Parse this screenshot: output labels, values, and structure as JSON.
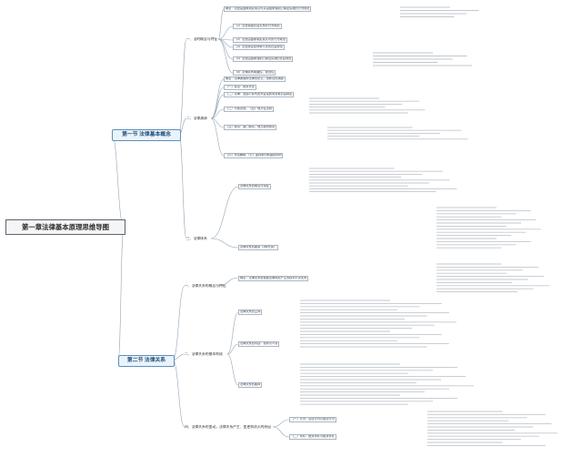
{
  "root": "第一章法律基本原理思维导图",
  "sections": [
    {
      "title": "第一节 法律基本概念",
      "topics": [
        {
          "label": "一、法的概念与特征",
          "items": [
            "概念：法是由国家制定或认可并由国家强制力保证实施的行为规范",
            "（1）法是调整社会关系的行为规范",
            "（2）法是由国家制定或认可的行为规范",
            "（3）法是规定权利和义务的社会规范",
            "（4）法是由国家强制力保证实施的社会规范",
            "（5）法律具有普遍性、规范性"
          ]
        },
        {
          "label": "二、法律渊源",
          "items": [
            "概念：法律渊源即法律的形式，也称法的渊源",
            "（一）宪法：根本大法",
            "（二）法律：全国人民代表大会及其常务委员会制定",
            "（三）行政法规、（四）地方性法规",
            "（五）规章：部门规章、地方政府规章",
            "（六）司法解释 （七）国际条约和国际惯例"
          ]
        },
        {
          "label": "三、法律体系",
          "items": [
            "法律关系的概念与特征",
            "法律关系的要素（3种分类）"
          ]
        }
      ]
    },
    {
      "title": "第二节 法律关系",
      "topics": [
        {
          "label": "一、法律关系的概念与特征",
          "items": [
            "概念：法律关系是根据法律规范产生的权利义务关系"
          ]
        },
        {
          "label": "二、法律关系的基本构成",
          "items": [
            "法律关系的主体",
            "法律关系的内容：权利与义务",
            "法律关系的客体"
          ]
        },
        {
          "label": "四、法律关系的变动，法律关系产生、变更和消灭的原因",
          "items": [
            "（一）行为：合法行为与违法行为",
            "（二）事件：绝对事件与相对事件"
          ]
        }
      ]
    }
  ]
}
